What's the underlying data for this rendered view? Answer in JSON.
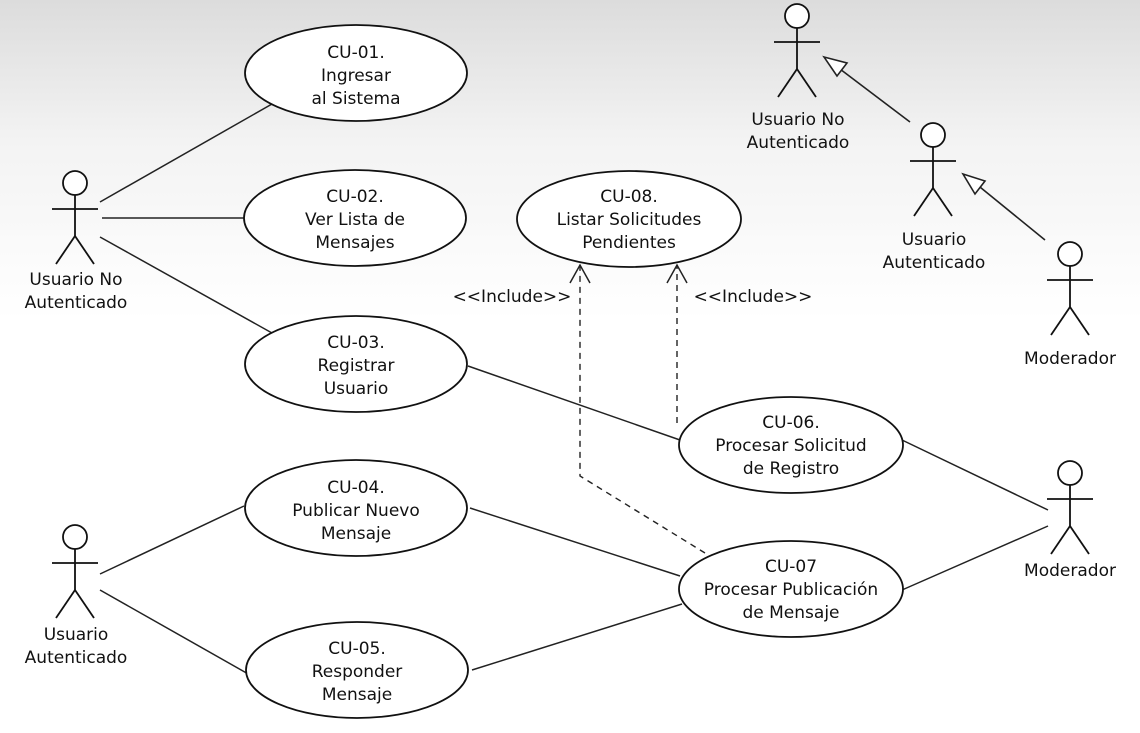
{
  "use_cases": {
    "cu01": [
      "CU-01.",
      "Ingresar",
      "al Sistema"
    ],
    "cu02": [
      "CU-02.",
      "Ver Lista de",
      "Mensajes"
    ],
    "cu03": [
      "CU-03.",
      "Registrar",
      "Usuario"
    ],
    "cu04": [
      "CU-04.",
      "Publicar Nuevo",
      "Mensaje"
    ],
    "cu05": [
      "CU-05.",
      "Responder",
      "Mensaje"
    ],
    "cu06": [
      "CU-06.",
      "Procesar Solicitud",
      "de Registro"
    ],
    "cu07": [
      "CU-07",
      "Procesar Publicación",
      "de Mensaje"
    ],
    "cu08": [
      "CU-08.",
      "Listar Solicitudes",
      "Pendientes"
    ]
  },
  "actors": {
    "usuario_no_autenticado": [
      "Usuario No",
      "Autenticado"
    ],
    "usuario_autenticado": [
      "Usuario",
      "Autenticado"
    ],
    "moderador": [
      "Moderador"
    ]
  },
  "legend_actors": {
    "usuario_no_autenticado": [
      "Usuario No",
      "Autenticado"
    ],
    "usuario_autenticado": [
      "Usuario",
      "Autenticado"
    ],
    "moderador": [
      "Moderador"
    ]
  },
  "relations": {
    "include_label_left": "<<Include>>",
    "include_label_right": "<<Include>>"
  }
}
